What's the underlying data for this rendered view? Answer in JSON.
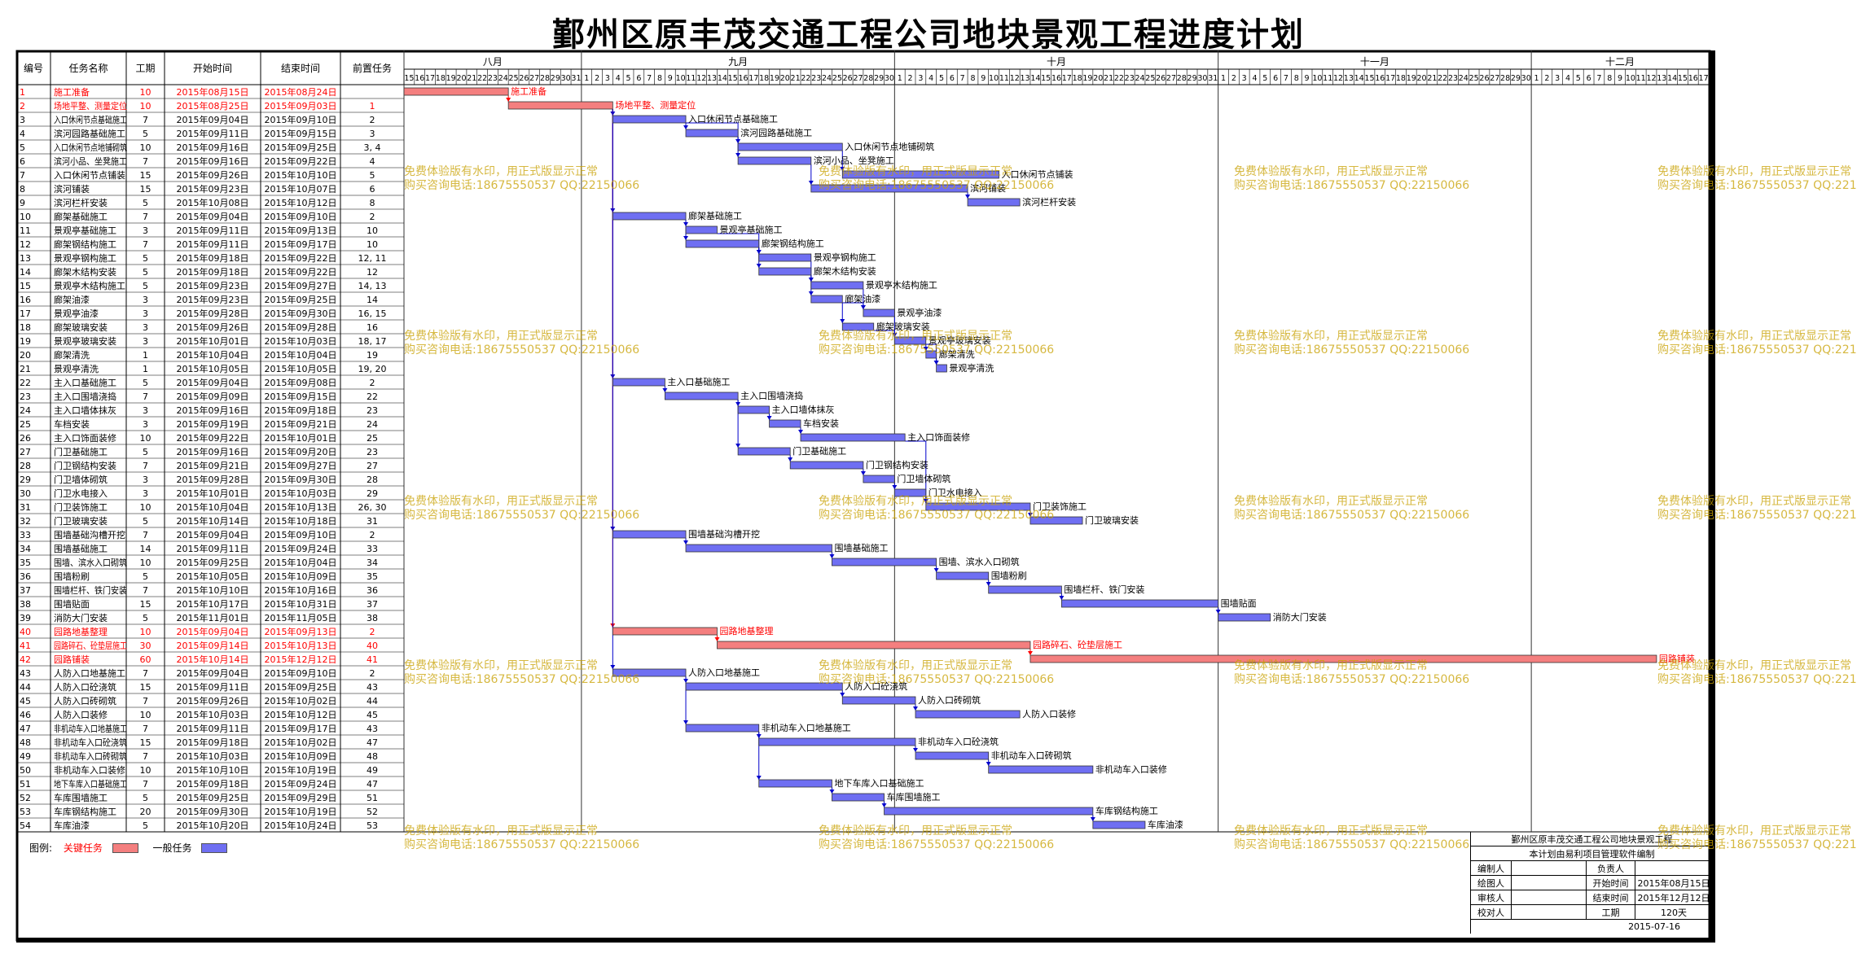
{
  "title": "鄞州区原丰茂交通工程公司地块景观工程进度计划",
  "columns": {
    "id": "编号",
    "name": "任务名称",
    "dur": "工期",
    "start": "开始时间",
    "end": "结束时间",
    "pred": "前置任务"
  },
  "months": [
    "八月",
    "九月",
    "十月",
    "十一月",
    "十二月"
  ],
  "timeline": {
    "start": "2015-08-15",
    "end": "2015-12-17"
  },
  "colors": {
    "critical": "#f47f7f",
    "normal": "#6f6ff2",
    "critical_text": "#ff0000",
    "link": "#0000cc"
  },
  "tasks": [
    {
      "id": "1",
      "name": "施工准备",
      "dur": "10",
      "start": "2015年08月15日",
      "end": "2015年08月24日",
      "pred": "",
      "critical": true
    },
    {
      "id": "2",
      "name": "场地平整、测量定位",
      "dur": "10",
      "start": "2015年08月25日",
      "end": "2015年09月03日",
      "pred": "1",
      "critical": true
    },
    {
      "id": "3",
      "name": "入口休闲节点基础施工",
      "dur": "7",
      "start": "2015年09月04日",
      "end": "2015年09月10日",
      "pred": "2",
      "critical": false
    },
    {
      "id": "4",
      "name": "滨河园路基础施工",
      "dur": "5",
      "start": "2015年09月11日",
      "end": "2015年09月15日",
      "pred": "3",
      "critical": false
    },
    {
      "id": "5",
      "name": "入口休闲节点地铺砌筑",
      "dur": "10",
      "start": "2015年09月16日",
      "end": "2015年09月25日",
      "pred": "3, 4",
      "critical": false
    },
    {
      "id": "6",
      "name": "滨河小品、坐凳施工",
      "dur": "7",
      "start": "2015年09月16日",
      "end": "2015年09月22日",
      "pred": "4",
      "critical": false
    },
    {
      "id": "7",
      "name": "入口休闲节点铺装",
      "dur": "15",
      "start": "2015年09月26日",
      "end": "2015年10月10日",
      "pred": "5",
      "critical": false
    },
    {
      "id": "8",
      "name": "滨河铺装",
      "dur": "15",
      "start": "2015年09月23日",
      "end": "2015年10月07日",
      "pred": "6",
      "critical": false
    },
    {
      "id": "9",
      "name": "滨河栏杆安装",
      "dur": "5",
      "start": "2015年10月08日",
      "end": "2015年10月12日",
      "pred": "8",
      "critical": false
    },
    {
      "id": "10",
      "name": "廊架基础施工",
      "dur": "7",
      "start": "2015年09月04日",
      "end": "2015年09月10日",
      "pred": "2",
      "critical": false
    },
    {
      "id": "11",
      "name": "景观亭基础施工",
      "dur": "3",
      "start": "2015年09月11日",
      "end": "2015年09月13日",
      "pred": "10",
      "critical": false
    },
    {
      "id": "12",
      "name": "廊架钢结构施工",
      "dur": "7",
      "start": "2015年09月11日",
      "end": "2015年09月17日",
      "pred": "10",
      "critical": false
    },
    {
      "id": "13",
      "name": "景观亭钢构施工",
      "dur": "5",
      "start": "2015年09月18日",
      "end": "2015年09月22日",
      "pred": "12, 11",
      "critical": false
    },
    {
      "id": "14",
      "name": "廊架木结构安装",
      "dur": "5",
      "start": "2015年09月18日",
      "end": "2015年09月22日",
      "pred": "12",
      "critical": false
    },
    {
      "id": "15",
      "name": "景观亭木结构施工",
      "dur": "5",
      "start": "2015年09月23日",
      "end": "2015年09月27日",
      "pred": "14, 13",
      "critical": false
    },
    {
      "id": "16",
      "name": "廊架油漆",
      "dur": "3",
      "start": "2015年09月23日",
      "end": "2015年09月25日",
      "pred": "14",
      "critical": false
    },
    {
      "id": "17",
      "name": "景观亭油漆",
      "dur": "3",
      "start": "2015年09月28日",
      "end": "2015年09月30日",
      "pred": "16, 15",
      "critical": false
    },
    {
      "id": "18",
      "name": "廊架玻璃安装",
      "dur": "3",
      "start": "2015年09月26日",
      "end": "2015年09月28日",
      "pred": "16",
      "critical": false
    },
    {
      "id": "19",
      "name": "景观亭玻璃安装",
      "dur": "3",
      "start": "2015年10月01日",
      "end": "2015年10月03日",
      "pred": "18, 17",
      "critical": false
    },
    {
      "id": "20",
      "name": "廊架清洗",
      "dur": "1",
      "start": "2015年10月04日",
      "end": "2015年10月04日",
      "pred": "19",
      "critical": false
    },
    {
      "id": "21",
      "name": "景观亭清洗",
      "dur": "1",
      "start": "2015年10月05日",
      "end": "2015年10月05日",
      "pred": "19, 20",
      "critical": false
    },
    {
      "id": "22",
      "name": "主入口基础施工",
      "dur": "5",
      "start": "2015年09月04日",
      "end": "2015年09月08日",
      "pred": "2",
      "critical": false
    },
    {
      "id": "23",
      "name": "主入口围墙浇捣",
      "dur": "7",
      "start": "2015年09月09日",
      "end": "2015年09月15日",
      "pred": "22",
      "critical": false
    },
    {
      "id": "24",
      "name": "主入口墙体抹灰",
      "dur": "3",
      "start": "2015年09月16日",
      "end": "2015年09月18日",
      "pred": "23",
      "critical": false
    },
    {
      "id": "25",
      "name": "车档安装",
      "dur": "3",
      "start": "2015年09月19日",
      "end": "2015年09月21日",
      "pred": "24",
      "critical": false
    },
    {
      "id": "26",
      "name": "主入口饰面装修",
      "dur": "10",
      "start": "2015年09月22日",
      "end": "2015年10月01日",
      "pred": "25",
      "critical": false
    },
    {
      "id": "27",
      "name": "门卫基础施工",
      "dur": "5",
      "start": "2015年09月16日",
      "end": "2015年09月20日",
      "pred": "23",
      "critical": false
    },
    {
      "id": "28",
      "name": "门卫钢结构安装",
      "dur": "7",
      "start": "2015年09月21日",
      "end": "2015年09月27日",
      "pred": "27",
      "critical": false
    },
    {
      "id": "29",
      "name": "门卫墙体砌筑",
      "dur": "3",
      "start": "2015年09月28日",
      "end": "2015年09月30日",
      "pred": "28",
      "critical": false
    },
    {
      "id": "30",
      "name": "门卫水电接入",
      "dur": "3",
      "start": "2015年10月01日",
      "end": "2015年10月03日",
      "pred": "29",
      "critical": false
    },
    {
      "id": "31",
      "name": "门卫装饰施工",
      "dur": "10",
      "start": "2015年10月04日",
      "end": "2015年10月13日",
      "pred": "26, 30",
      "critical": false
    },
    {
      "id": "32",
      "name": "门卫玻璃安装",
      "dur": "5",
      "start": "2015年10月14日",
      "end": "2015年10月18日",
      "pred": "31",
      "critical": false
    },
    {
      "id": "33",
      "name": "围墙基础沟槽开挖",
      "dur": "7",
      "start": "2015年09月04日",
      "end": "2015年09月10日",
      "pred": "2",
      "critical": false
    },
    {
      "id": "34",
      "name": "围墙基础施工",
      "dur": "14",
      "start": "2015年09月11日",
      "end": "2015年09月24日",
      "pred": "33",
      "critical": false
    },
    {
      "id": "35",
      "name": "围墙、滨水入口砌筑",
      "dur": "10",
      "start": "2015年09月25日",
      "end": "2015年10月04日",
      "pred": "34",
      "critical": false
    },
    {
      "id": "36",
      "name": "围墙粉刷",
      "dur": "5",
      "start": "2015年10月05日",
      "end": "2015年10月09日",
      "pred": "35",
      "critical": false
    },
    {
      "id": "37",
      "name": "围墙栏杆、铁门安装",
      "dur": "7",
      "start": "2015年10月10日",
      "end": "2015年10月16日",
      "pred": "36",
      "critical": false
    },
    {
      "id": "38",
      "name": "围墙贴面",
      "dur": "15",
      "start": "2015年10月17日",
      "end": "2015年10月31日",
      "pred": "37",
      "critical": false
    },
    {
      "id": "39",
      "name": "消防大门安装",
      "dur": "5",
      "start": "2015年11月01日",
      "end": "2015年11月05日",
      "pred": "38",
      "critical": false
    },
    {
      "id": "40",
      "name": "园路地基整理",
      "dur": "10",
      "start": "2015年09月04日",
      "end": "2015年09月13日",
      "pred": "2",
      "critical": true
    },
    {
      "id": "41",
      "name": "园路碎石、砼垫层施工",
      "dur": "30",
      "start": "2015年09月14日",
      "end": "2015年10月13日",
      "pred": "40",
      "critical": true
    },
    {
      "id": "42",
      "name": "园路铺装",
      "dur": "60",
      "start": "2015年10月14日",
      "end": "2015年12月12日",
      "pred": "41",
      "critical": true
    },
    {
      "id": "43",
      "name": "人防入口地基施工",
      "dur": "7",
      "start": "2015年09月04日",
      "end": "2015年09月10日",
      "pred": "2",
      "critical": false
    },
    {
      "id": "44",
      "name": "人防入口砼浇筑",
      "dur": "15",
      "start": "2015年09月11日",
      "end": "2015年09月25日",
      "pred": "43",
      "critical": false
    },
    {
      "id": "45",
      "name": "人防入口砖砌筑",
      "dur": "7",
      "start": "2015年09月26日",
      "end": "2015年10月02日",
      "pred": "44",
      "critical": false
    },
    {
      "id": "46",
      "name": "人防入口装修",
      "dur": "10",
      "start": "2015年10月03日",
      "end": "2015年10月12日",
      "pred": "45",
      "critical": false
    },
    {
      "id": "47",
      "name": "非机动车入口地基施工",
      "dur": "7",
      "start": "2015年09月11日",
      "end": "2015年09月17日",
      "pred": "43",
      "critical": false
    },
    {
      "id": "48",
      "name": "非机动车入口砼浇筑",
      "dur": "15",
      "start": "2015年09月18日",
      "end": "2015年10月02日",
      "pred": "47",
      "critical": false
    },
    {
      "id": "49",
      "name": "非机动车入口砖砌筑",
      "dur": "7",
      "start": "2015年10月03日",
      "end": "2015年10月09日",
      "pred": "48",
      "critical": false
    },
    {
      "id": "50",
      "name": "非机动车入口装修",
      "dur": "10",
      "start": "2015年10月10日",
      "end": "2015年10月19日",
      "pred": "49",
      "critical": false
    },
    {
      "id": "51",
      "name": "地下车库入口基础施工",
      "dur": "7",
      "start": "2015年09月18日",
      "end": "2015年09月24日",
      "pred": "47",
      "critical": false
    },
    {
      "id": "52",
      "name": "车库围墙施工",
      "dur": "5",
      "start": "2015年09月25日",
      "end": "2015年09月29日",
      "pred": "51",
      "critical": false
    },
    {
      "id": "53",
      "name": "车库钢结构施工",
      "dur": "20",
      "start": "2015年09月30日",
      "end": "2015年10月19日",
      "pred": "52",
      "critical": false
    },
    {
      "id": "54",
      "name": "车库油漆",
      "dur": "5",
      "start": "2015年10月20日",
      "end": "2015年10月24日",
      "pred": "53",
      "critical": false
    }
  ],
  "legend": {
    "label": "图例:",
    "critical": "关键任务",
    "normal": "一般任务"
  },
  "info": {
    "company": "鄞州区原丰茂交通工程公司地块景观工程",
    "software": "本计划由易利项目管理软件编制",
    "r1": {
      "a": "编制人",
      "b": "",
      "c": "负责人",
      "d": ""
    },
    "r2": {
      "a": "绘图人",
      "b": "",
      "c": "开始时间",
      "d": "2015年08月15日"
    },
    "r3": {
      "a": "审核人",
      "b": "",
      "c": "结束时间",
      "d": "2015年12月12日"
    },
    "r4": {
      "a": "校对人",
      "b": "",
      "c": "工期",
      "d": "120天"
    },
    "date": "2015-07-16"
  },
  "watermark": {
    "line1": "免费体验版有水印，用正式版显示正常",
    "line2": "购买咨询电话:18675550537 QQ:22150066"
  }
}
